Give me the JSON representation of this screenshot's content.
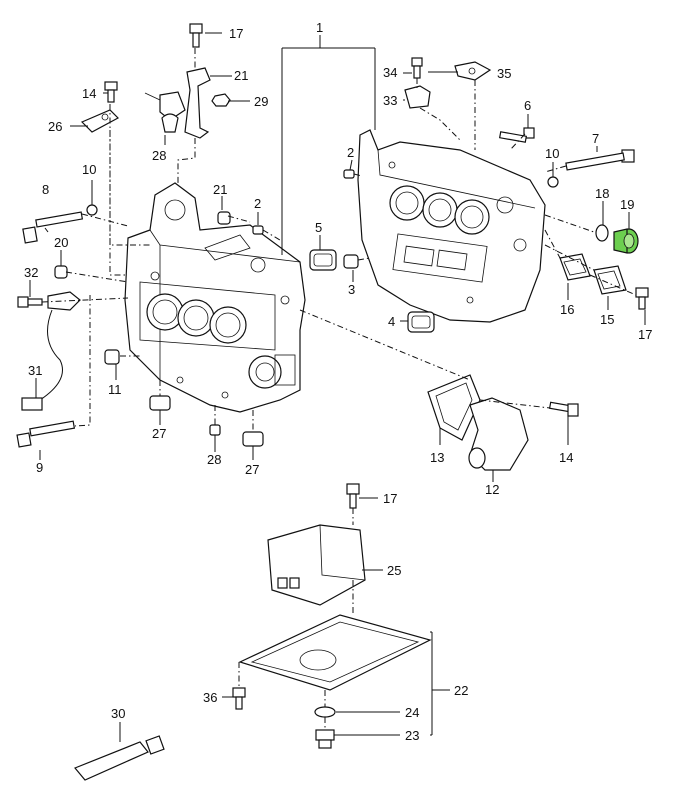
{
  "callouts": [
    {
      "id": "c1",
      "label": "1"
    },
    {
      "id": "c2a",
      "label": "2"
    },
    {
      "id": "c2b",
      "label": "2"
    },
    {
      "id": "c3",
      "label": "3"
    },
    {
      "id": "c4",
      "label": "4"
    },
    {
      "id": "c5",
      "label": "5"
    },
    {
      "id": "c6",
      "label": "6"
    },
    {
      "id": "c7",
      "label": "7"
    },
    {
      "id": "c8",
      "label": "8"
    },
    {
      "id": "c9",
      "label": "9"
    },
    {
      "id": "c10a",
      "label": "10"
    },
    {
      "id": "c10b",
      "label": "10"
    },
    {
      "id": "c11",
      "label": "11"
    },
    {
      "id": "c12",
      "label": "12"
    },
    {
      "id": "c13",
      "label": "13"
    },
    {
      "id": "c14a",
      "label": "14"
    },
    {
      "id": "c14b",
      "label": "14"
    },
    {
      "id": "c15",
      "label": "15"
    },
    {
      "id": "c16",
      "label": "16"
    },
    {
      "id": "c17a",
      "label": "17"
    },
    {
      "id": "c17b",
      "label": "17"
    },
    {
      "id": "c17c",
      "label": "17"
    },
    {
      "id": "c18",
      "label": "18"
    },
    {
      "id": "c19",
      "label": "19"
    },
    {
      "id": "c20",
      "label": "20"
    },
    {
      "id": "c21a",
      "label": "21"
    },
    {
      "id": "c21b",
      "label": "21"
    },
    {
      "id": "c22",
      "label": "22"
    },
    {
      "id": "c23",
      "label": "23"
    },
    {
      "id": "c24",
      "label": "24"
    },
    {
      "id": "c25",
      "label": "25"
    },
    {
      "id": "c26",
      "label": "26"
    },
    {
      "id": "c27a",
      "label": "27"
    },
    {
      "id": "c27b",
      "label": "27"
    },
    {
      "id": "c28a",
      "label": "28"
    },
    {
      "id": "c28b",
      "label": "28"
    },
    {
      "id": "c29",
      "label": "29"
    },
    {
      "id": "c30",
      "label": "30"
    },
    {
      "id": "c31",
      "label": "31"
    },
    {
      "id": "c32",
      "label": "32"
    },
    {
      "id": "c33",
      "label": "33"
    },
    {
      "id": "c34",
      "label": "34"
    },
    {
      "id": "c35",
      "label": "35"
    },
    {
      "id": "c36",
      "label": "36"
    }
  ],
  "colors": {
    "line": "#111111",
    "highlight": "#6ccf4f",
    "background": "#ffffff"
  }
}
